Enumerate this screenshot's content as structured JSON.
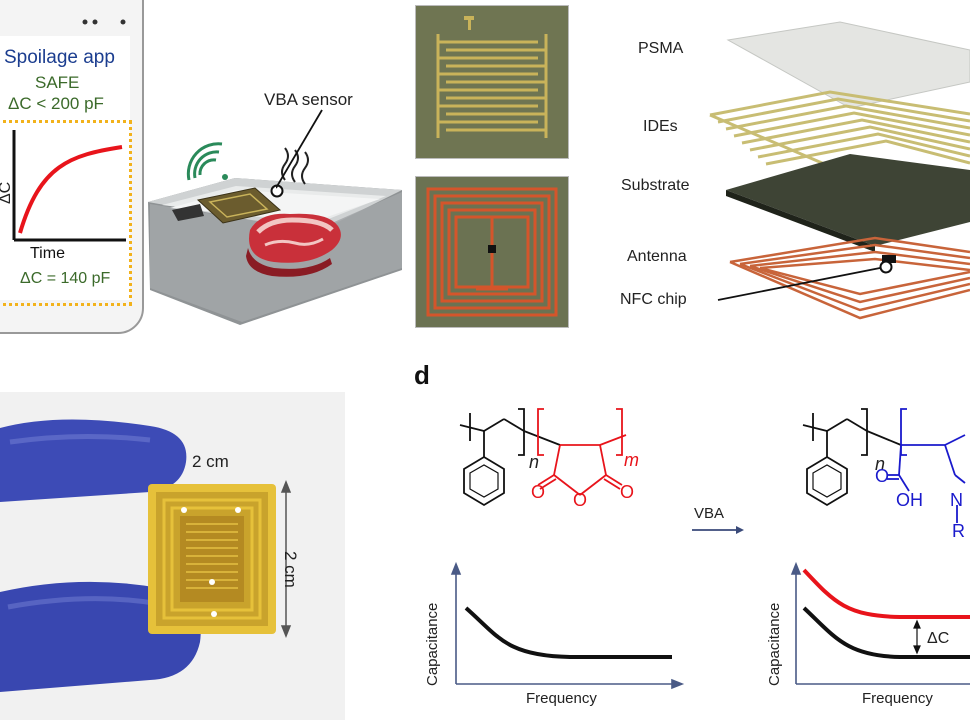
{
  "panel_a": {
    "app_title": "Spoilage app",
    "app_status": "SAFE",
    "app_threshold": "ΔC < 200 pF",
    "graph_y_label": "ΔC",
    "graph_x_label": "Time",
    "graph_reading": "ΔC = 140 pF",
    "sensor_label": "VBA sensor"
  },
  "panel_b": {
    "layers": [
      "PSMA",
      "IDEs",
      "Substrate",
      "Antenna",
      "NFC chip"
    ]
  },
  "panel_c": {
    "width_label": "2 cm",
    "height_label": "2 cm"
  },
  "panel_d": {
    "letter": "d",
    "reaction_label": "VBA",
    "subscript_n_left": "n",
    "subscript_m": "m",
    "subscript_n_right": "n",
    "oh_label": "OH",
    "nh_label": "N",
    "r_label": "R",
    "delta_c_label": "ΔC",
    "y_label_left": "Capacitance",
    "x_label_left": "Frequency",
    "y_label_right": "Capacitance",
    "x_label_right": "Frequency"
  },
  "colors": {
    "red_curve": "#e8141b",
    "black_curve": "#111111",
    "blue_polymer": "#1a1acc",
    "red_polymer": "#e8141b",
    "gold": "#c9b35a",
    "copper": "#b5542d"
  }
}
